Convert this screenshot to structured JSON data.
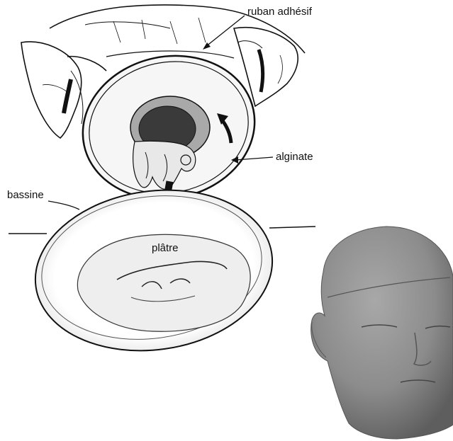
{
  "labels": {
    "tape": "ruban adhésif",
    "alginate": "alginate",
    "basin": "bassine",
    "plaster": "plâtre"
  },
  "colors": {
    "ink": "#111111",
    "paper": "#ffffff",
    "bust": "#8a8a8a",
    "alginate_fill": "#f6f6f6",
    "plaster_fill": "#eeeeee"
  },
  "icons": [
    "hands-illustration",
    "rotation-arrow-icon",
    "pour-arrow-icon",
    "plaster-cast-photo"
  ]
}
